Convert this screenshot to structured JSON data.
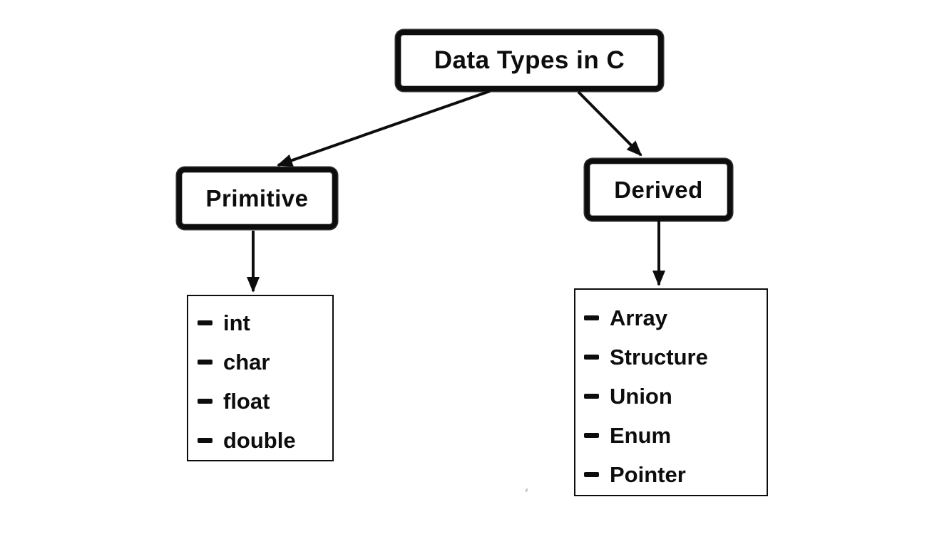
{
  "diagram": {
    "root": {
      "label": "Data Types in C"
    },
    "nodes": [
      {
        "id": "primitive",
        "label": "Primitive"
      },
      {
        "id": "derived",
        "label": "Derived"
      }
    ],
    "lists": {
      "primitive": {
        "items": [
          "int",
          "char",
          "float",
          "double"
        ]
      },
      "derived": {
        "items": [
          "Array",
          "Structure",
          "Union",
          "Enum",
          "Pointer"
        ]
      }
    },
    "edges": [
      {
        "from": "data-types-in-c",
        "to": "primitive"
      },
      {
        "from": "data-types-in-c",
        "to": "derived"
      },
      {
        "from": "primitive",
        "to": "primitive-list"
      },
      {
        "from": "derived",
        "to": "derived-list"
      }
    ],
    "colors": {
      "ink": "#0d0d0d",
      "background": "#ffffff"
    }
  }
}
